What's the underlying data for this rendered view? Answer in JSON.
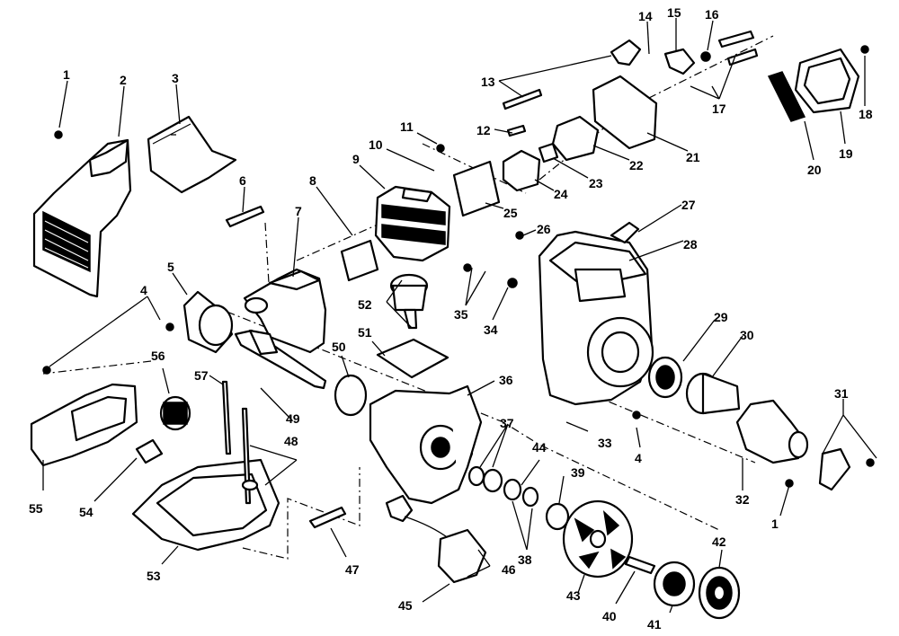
{
  "labels": [
    "1",
    "2",
    "3",
    "4",
    "5",
    "6",
    "7",
    "8",
    "9",
    "10",
    "11",
    "12",
    "13",
    "14",
    "15",
    "16",
    "17",
    "18",
    "19",
    "20",
    "21",
    "22",
    "23",
    "24",
    "25",
    "26",
    "27",
    "28",
    "29",
    "30",
    "31",
    "32",
    "33",
    "34",
    "35",
    "36",
    "37",
    "38",
    "39",
    "40",
    "41",
    "42",
    "43",
    "44",
    "45",
    "46",
    "47",
    "48",
    "49",
    "50",
    "51",
    "52",
    "53",
    "54",
    "55",
    "56",
    "57"
  ],
  "duplicate_labels": {
    "1": "1",
    "4": "4"
  }
}
